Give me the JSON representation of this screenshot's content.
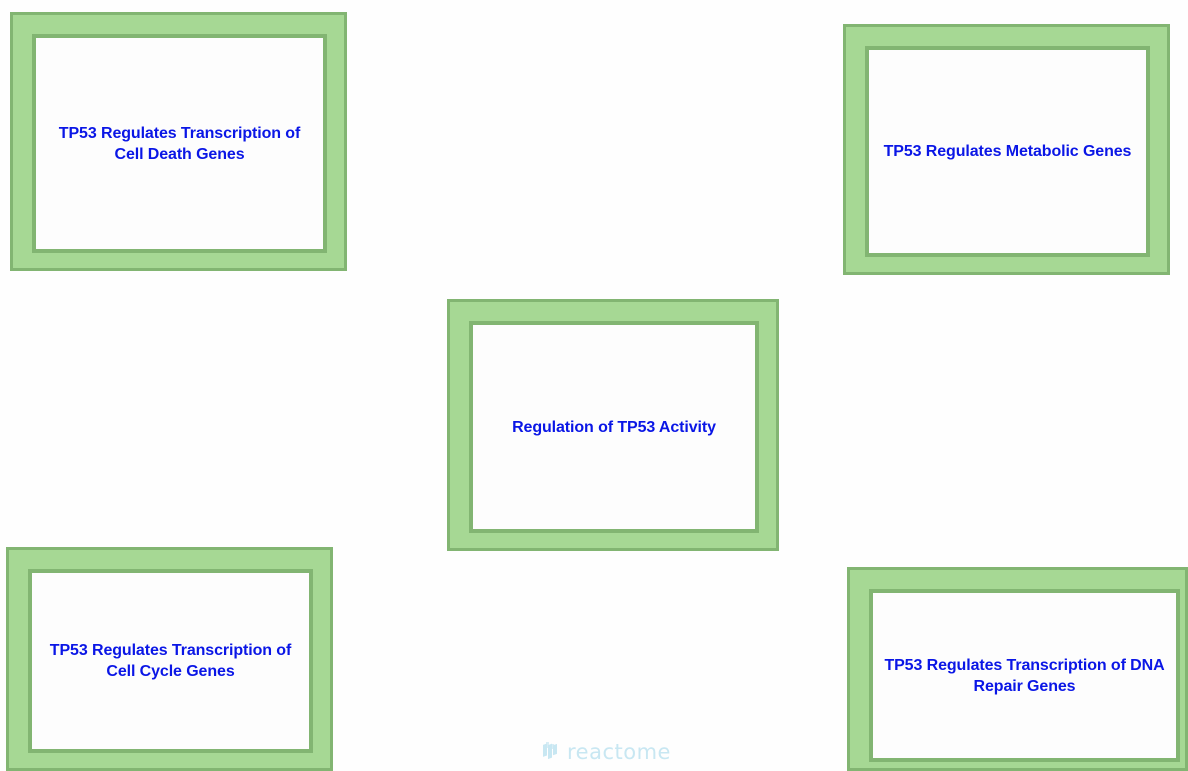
{
  "diagram": {
    "nodes": [
      {
        "id": "cell-death",
        "label": "TP53 Regulates Transcription of\nCell Death Genes"
      },
      {
        "id": "metabolic",
        "label": "TP53 Regulates Metabolic Genes"
      },
      {
        "id": "tp53-activity",
        "label": "Regulation of TP53 Activity"
      },
      {
        "id": "cell-cycle",
        "label": "TP53 Regulates Transcription of\nCell Cycle Genes"
      },
      {
        "id": "dna-repair",
        "label": "TP53 Regulates Transcription of DNA\nRepair Genes"
      }
    ]
  },
  "watermark": {
    "text": "reactome",
    "icon": "reactome-logo-icon"
  },
  "colors": {
    "node_fill": "#a6d894",
    "node_border": "#82b572",
    "inner_fill": "#fdfdfd",
    "label": "#0a16e6",
    "watermark": "#bfe3f0"
  }
}
